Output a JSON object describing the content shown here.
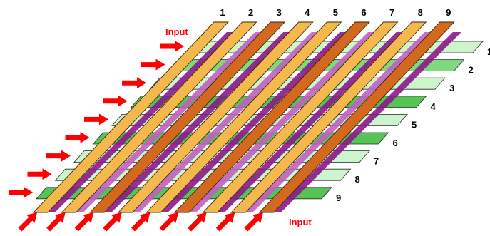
{
  "column_labels": [
    "1",
    "2",
    "3",
    "4",
    "5",
    "6",
    "7",
    "8",
    "9"
  ],
  "row_labels": [
    "1",
    "2",
    "3",
    "4",
    "5",
    "6",
    "7",
    "8",
    "9"
  ],
  "input_label_top": "Input",
  "input_label_bottom": "Input",
  "colors": {
    "strip_light": "#F5B84C",
    "strip_dark": "#D2691E",
    "strip_outline": "#3a2200",
    "row_light": "#CCF5CC",
    "row_medium": "#7FD97F",
    "row_dark": "#55C455",
    "purple_shadow": "#8B1A8B",
    "magenta_shadow": "#C060C0",
    "arrow": "#FF0000",
    "input_text": "#FF0000"
  },
  "column_strip_shades": [
    "light",
    "light",
    "dark",
    "light",
    "light",
    "dark",
    "light",
    "light",
    "dark"
  ],
  "row_shades": [
    "light",
    "medium",
    "light",
    "dark",
    "light",
    "dark",
    "light",
    "light",
    "dark"
  ],
  "left_arrow_count": 9,
  "bottom_arrow_count": 9
}
